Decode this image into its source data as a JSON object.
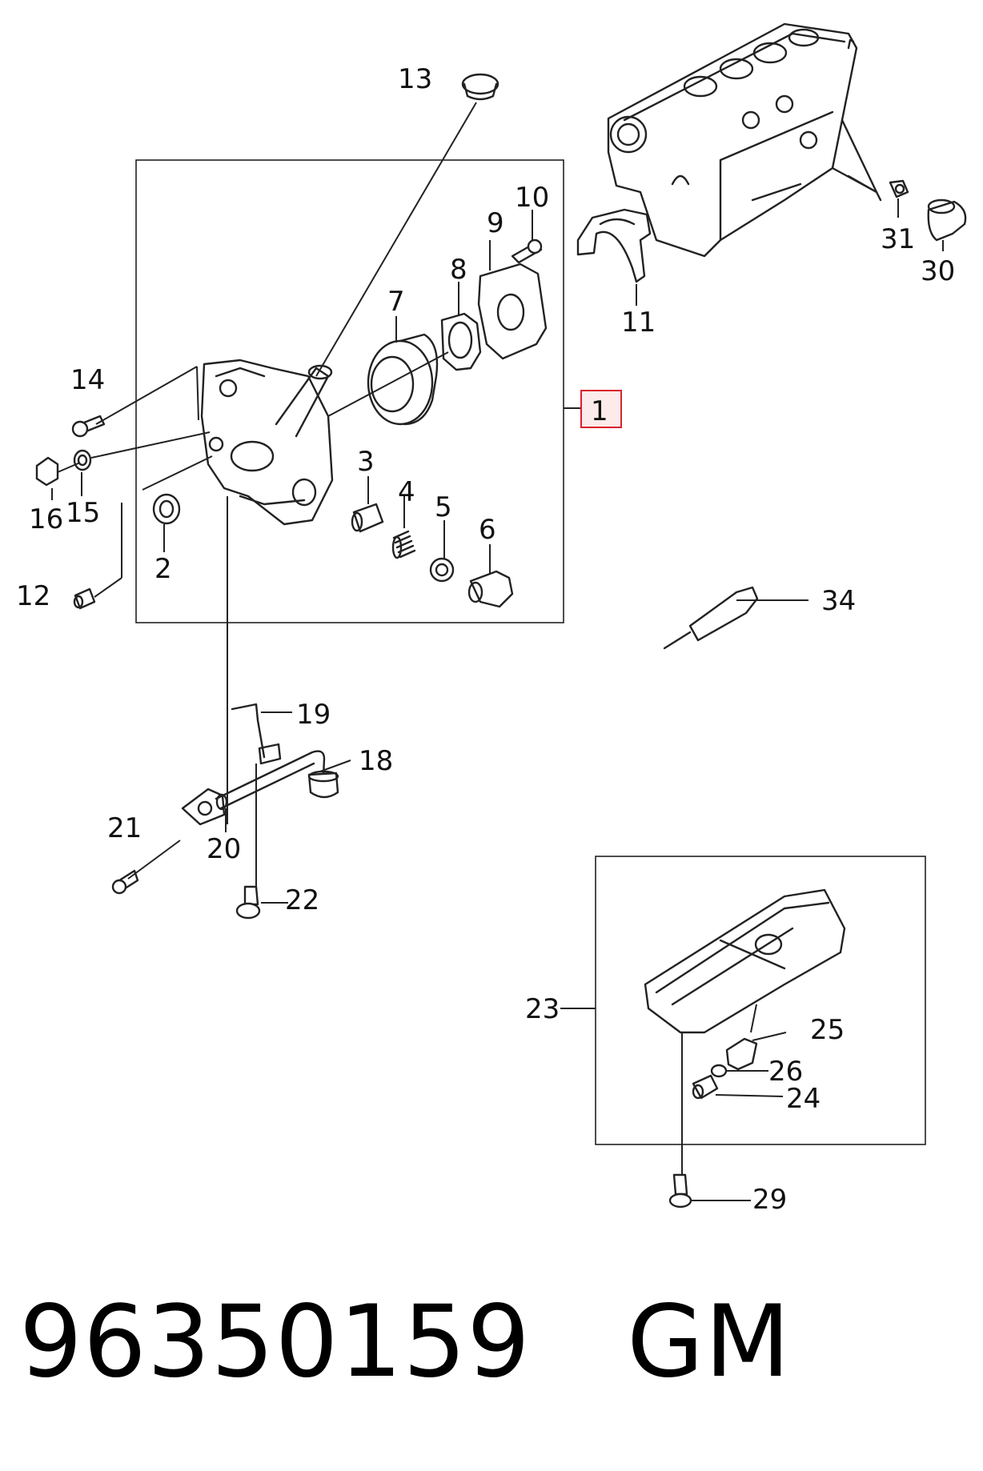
{
  "labels": {
    "n1": "1",
    "n2": "2",
    "n3": "3",
    "n4": "4",
    "n5": "5",
    "n6": "6",
    "n7": "7",
    "n8": "8",
    "n9": "9",
    "n10": "10",
    "n11": "11",
    "n12": "12",
    "n13": "13",
    "n14": "14",
    "n15": "15",
    "n16": "16",
    "n18": "18",
    "n19": "19",
    "n20": "20",
    "n21": "21",
    "n22": "22",
    "n23": "23",
    "n24": "24",
    "n25": "25",
    "n26": "26",
    "n29": "29",
    "n30": "30",
    "n31": "31",
    "n34": "34"
  },
  "highlight_color": "#d9232b",
  "footer": {
    "part_number": "96350159",
    "brand": "GM"
  }
}
